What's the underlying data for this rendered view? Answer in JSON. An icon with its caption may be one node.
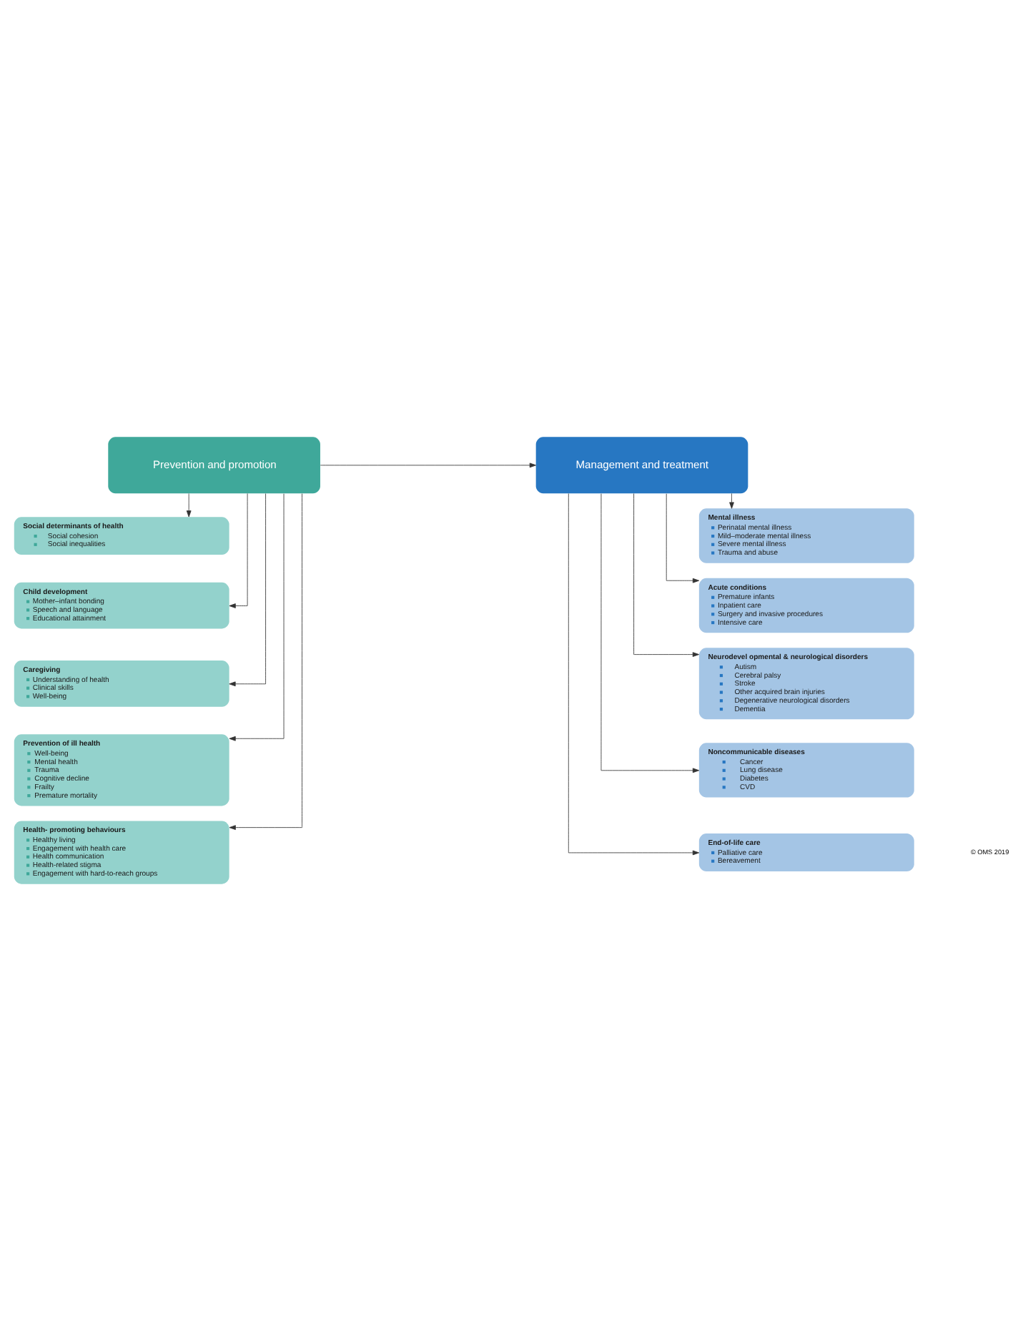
{
  "diagram": {
    "nodes": [
      {
        "text": [
          "Prevention and promotion"
        ]
      },
      {
        "text": [
          "Management and treatment"
        ]
      },
      {
        "text": [
          "Social determinants of health",
          "Social cohesion",
          "Social inequalities"
        ]
      },
      {
        "text": [
          "Child development",
          "Mother–infant bonding",
          "Speech and language",
          "Educational attainment"
        ]
      },
      {
        "text": [
          "Caregiving",
          "Understanding of health",
          "Clinical skills",
          "Well-being"
        ]
      },
      {
        "text": [
          "Prevention of ill health",
          "Well-being",
          "Mental health",
          "Trauma",
          "Cognitive decline",
          "Frailty",
          "Premature mortality"
        ]
      },
      {
        "text": [
          "Health- promoting behaviours",
          "Healthy living",
          "Engagement with health care",
          "Health communication",
          "Health-related stigma",
          "Engagement with hard-to-reach groups"
        ]
      },
      {
        "text": [
          "Mental illness",
          "Perinatal mental illness",
          "Mild–moderate mental illness",
          "Severe mental illness",
          "Trauma and abuse"
        ]
      },
      {
        "text": [
          "Acute conditions",
          "Premature infants",
          "Inpatient care",
          "Surgery and invasive procedures",
          "Intensive care"
        ]
      },
      {
        "text": [
          "Neurodevel opmental & neurological disorders",
          "Autism",
          "Cerebral palsy",
          "Stroke",
          "Other acquired brain injuries",
          "Degenerative neurological disorders",
          "Dementia"
        ]
      },
      {
        "text": [
          "Noncommunicable diseases",
          "Cancer",
          "Lung disease",
          "Diabetes",
          "CVD"
        ]
      },
      {
        "text": [
          "End-of-life care",
          "Palliative care",
          "Bereavement"
        ]
      }
    ],
    "edges": [
      {
        "from": 0,
        "to": 1,
        "arrow": "to"
      },
      {
        "from": 0,
        "to": 2,
        "arrow": "to"
      },
      {
        "from": 0,
        "to": 3,
        "arrow": "to"
      },
      {
        "from": 0,
        "to": 4,
        "arrow": "to"
      },
      {
        "from": 0,
        "to": 5,
        "arrow": "to"
      },
      {
        "from": 0,
        "to": 6,
        "arrow": "to"
      },
      {
        "from": 1,
        "to": 7,
        "arrow": "to"
      },
      {
        "from": 1,
        "to": 8,
        "arrow": "to"
      },
      {
        "from": 1,
        "to": 9,
        "arrow": "to"
      },
      {
        "from": 1,
        "to": 10,
        "arrow": "to"
      },
      {
        "from": 1,
        "to": 11,
        "arrow": "to"
      }
    ],
    "labels": [
      "© OMS 2019"
    ]
  }
}
